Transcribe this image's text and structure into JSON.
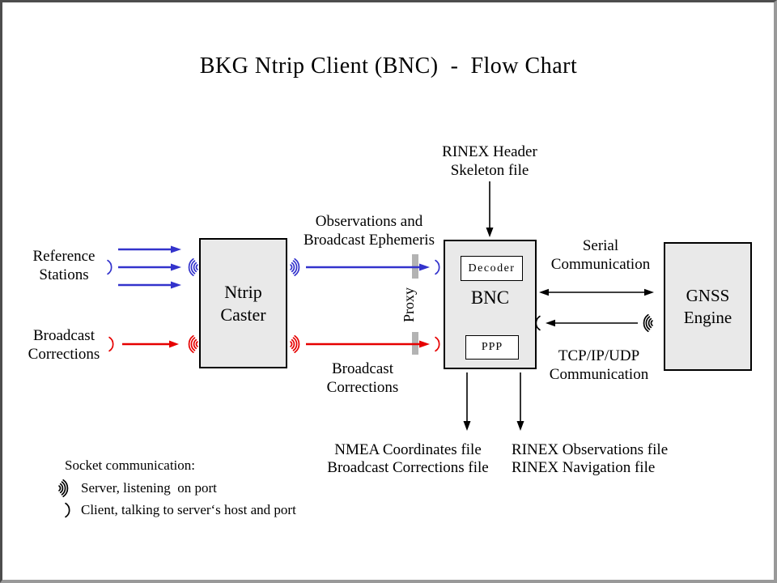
{
  "title": "BKG Ntrip Client (BNC)  -  Flow Chart",
  "colors": {
    "blue": "#3333cc",
    "red": "#e60000",
    "box_fill": "#e9e9e9",
    "proxy_bar": "#b3b3b3",
    "frame_dark": "#4d4d4d",
    "frame_light": "#999999"
  },
  "nodes": {
    "ntrip_caster": {
      "line1": "Ntrip",
      "line2": "Caster"
    },
    "bnc": {
      "label": "BNC",
      "decoder": "Decoder",
      "ppp": "PPP"
    },
    "gnss": {
      "line1": "GNSS",
      "line2": "Engine"
    }
  },
  "labels": {
    "reference_stations": {
      "line1": "Reference",
      "line2": "Stations"
    },
    "broadcast_corrections_left": {
      "line1": "Broadcast",
      "line2": "Corrections"
    },
    "observations": {
      "line1": "Observations and",
      "line2": "Broadcast Ephemeris"
    },
    "broadcast_corrections_mid": {
      "line1": "Broadcast",
      "line2": "Corrections"
    },
    "rinex_header": {
      "line1": "RINEX Header",
      "line2": "Skeleton file"
    },
    "serial": {
      "line1": "Serial",
      "line2": "Communication"
    },
    "tcp": {
      "line1": "TCP/IP/UDP",
      "line2": "Communication"
    },
    "proxy": "Proxy",
    "nmea_files": {
      "line1": "NMEA Coordinates file",
      "line2": "Broadcast Corrections file"
    },
    "rinex_files": {
      "line1": "RINEX Observations file",
      "line2": "RINEX Navigation file"
    }
  },
  "legend": {
    "title": "Socket communication:",
    "server": "Server, listening  on port",
    "client": "Client, talking to server‘s host and port"
  }
}
